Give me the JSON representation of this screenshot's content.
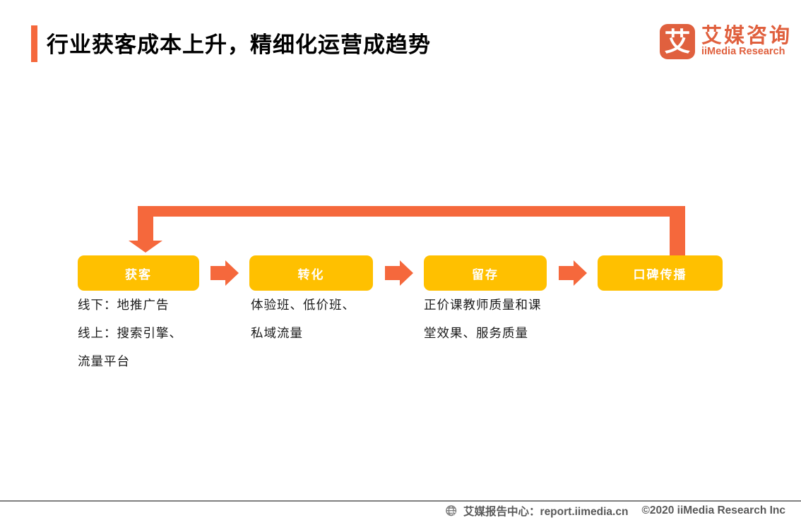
{
  "colors": {
    "accent": "#F5683C",
    "logo_orange": "#E0603E",
    "box_yellow": "#FFC000",
    "divider": "#7F7F7F",
    "footer_text": "#595959"
  },
  "header": {
    "title": "行业获客成本上升，精细化运营成趋势",
    "logo": {
      "mark_glyph": "艾",
      "name_cn": "艾媒咨询",
      "name_en": "iiMedia Research"
    }
  },
  "diagram": {
    "steps": [
      {
        "label": "获客",
        "desc": [
          "线下：地推广告",
          "线上：搜索引擎、",
          "流量平台"
        ]
      },
      {
        "label": "转化",
        "desc": [
          "体验班、低价班、",
          "私域流量"
        ]
      },
      {
        "label": "留存",
        "desc": [
          "正价课教师质量和课",
          "堂效果、服务质量"
        ]
      },
      {
        "label": "口碑传播",
        "desc": []
      }
    ]
  },
  "footer": {
    "report_center": "艾媒报告中心：report.iimedia.cn",
    "copyright": "©2020 iiMedia Research Inc"
  }
}
